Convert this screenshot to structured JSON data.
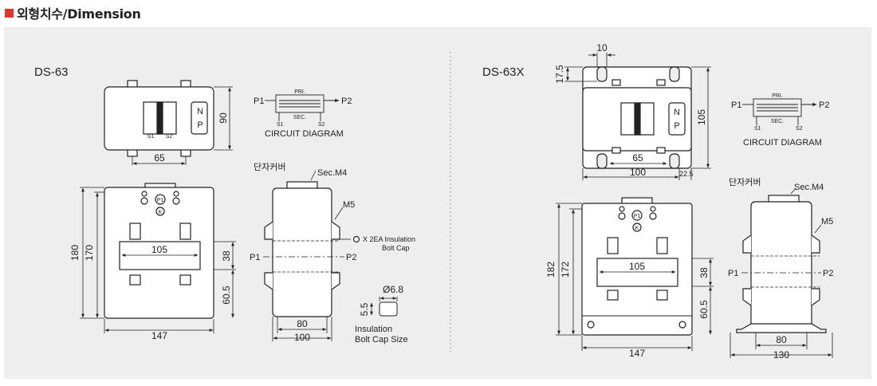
{
  "header": {
    "title": "외형치수/Dimension",
    "accent_color": "#e8322c"
  },
  "left": {
    "model": "DS-63",
    "top_view": {
      "height_dim": "90",
      "width_dim": "65",
      "label_n": "N",
      "label_p": "P",
      "terminal_s1": "S1",
      "terminal_s2": "S2"
    },
    "front_view": {
      "height_outer": "180",
      "height_inner": "170",
      "window_width": "105",
      "window_height": "38",
      "bottom_dim": "60.5",
      "width_dim": "147",
      "p1_label": "P1",
      "k_label": "K"
    },
    "side_view": {
      "terminal_cover": "단자커버",
      "sec_label": "Sec.M4",
      "m5_label": "M5",
      "p1": "P1",
      "p2": "P2",
      "width_inner": "80",
      "width_outer": "100"
    },
    "insulation_note": {
      "line1": "X 2EA Insulation",
      "line2": "Bolt Cap"
    },
    "bolt_cap": {
      "diameter": "Ø6.8",
      "height": "5.5",
      "caption1": "Insulation",
      "caption2": "Bolt Cap Size"
    },
    "circuit": {
      "p1": "P1",
      "p2": "P2",
      "pri": "PRI.",
      "sec": "SEC.",
      "s1": "S1",
      "s2": "S2",
      "caption": "CIRCUIT DIAGRAM"
    }
  },
  "right": {
    "model": "DS-63X",
    "top_view": {
      "tab_width": "10",
      "tab_height": "17.5",
      "height_dim": "105",
      "width_inner": "65",
      "width_outer": "100",
      "edge_dim": "22.5",
      "label_n": "N",
      "label_p": "P"
    },
    "front_view": {
      "height_outer": "182",
      "height_inner": "172",
      "window_width": "105",
      "window_height": "38",
      "bottom_dim": "60.5",
      "width_dim": "147",
      "p1_label": "P1",
      "k_label": "K"
    },
    "side_view": {
      "terminal_cover": "단자커버",
      "sec_label": "Sec.M4",
      "m5_label": "M5",
      "p1": "P1",
      "p2": "P2",
      "width_inner": "80",
      "width_outer": "130"
    },
    "circuit": {
      "p1": "P1",
      "p2": "P2",
      "pri": "PRI.",
      "sec": "SEC.",
      "s1": "S1",
      "s2": "S2",
      "caption": "CIRCUIT DIAGRAM"
    }
  }
}
